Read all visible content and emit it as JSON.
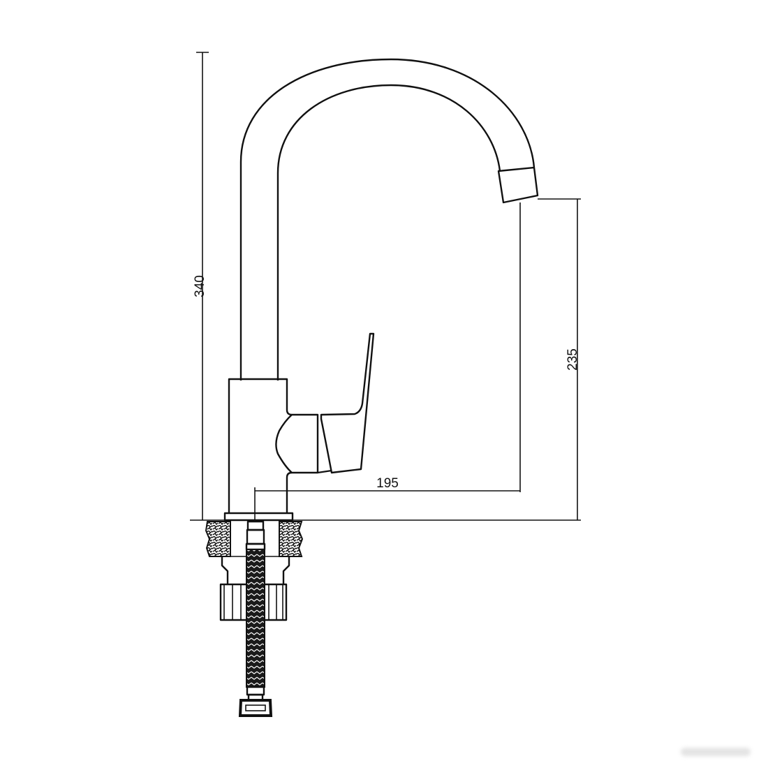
{
  "drawing": {
    "subject": "faucet",
    "dimensions": {
      "height_total": "340",
      "spout_height": "235",
      "spout_reach": "195"
    }
  },
  "colors": {
    "line": "#111111",
    "background": "#ffffff"
  }
}
